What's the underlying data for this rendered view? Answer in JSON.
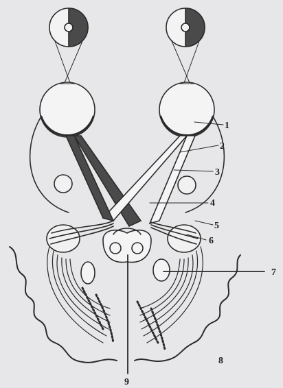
{
  "diagram": {
    "labels": {
      "l1": "1",
      "l2": "2",
      "l3": "3",
      "l4": "4",
      "l5": "5",
      "l6": "6",
      "l7": "7",
      "l8": "8",
      "l9": "9"
    }
  },
  "colors": {
    "background": "#e7e7e9",
    "line": "#2a2a2a",
    "dark_fill": "#4a4a4a",
    "light_fill": "#f5f5f5"
  }
}
